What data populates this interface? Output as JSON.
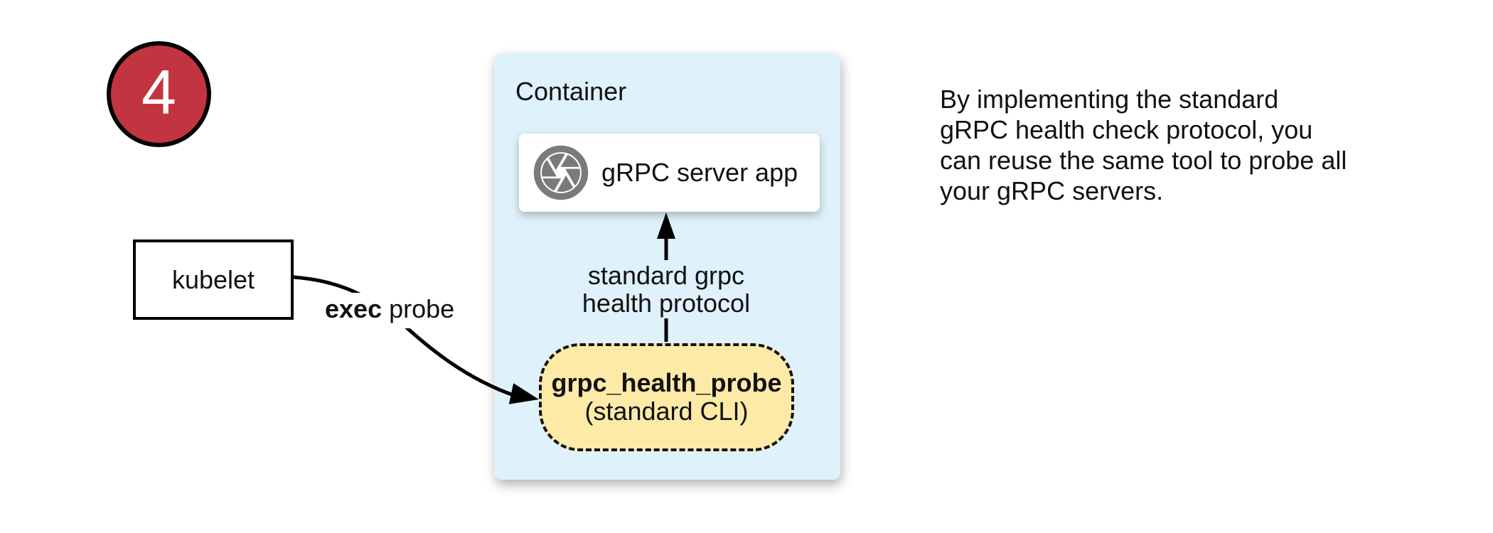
{
  "badge": {
    "number": "4",
    "bg": "#C23440"
  },
  "kubelet": {
    "label": "kubelet"
  },
  "container": {
    "label": "Container",
    "bg": "#DFF1FA",
    "server_app": {
      "label": "gRPC server app",
      "icon": "aperture-icon",
      "icon_color": "#7A7A7A"
    },
    "probe": {
      "title": "grpc_health_probe",
      "subtitle": "(standard CLI)",
      "bg": "#FDEAA7"
    }
  },
  "edges": {
    "exec_probe": {
      "bold": "exec",
      "rest": " probe"
    },
    "health_protocol": {
      "line1": "standard grpc",
      "line2": "health protocol"
    }
  },
  "note": {
    "lines": [
      "By implementing the standard",
      "gRPC health check protocol, you",
      "can reuse the same tool to probe all",
      "your gRPC servers."
    ]
  }
}
